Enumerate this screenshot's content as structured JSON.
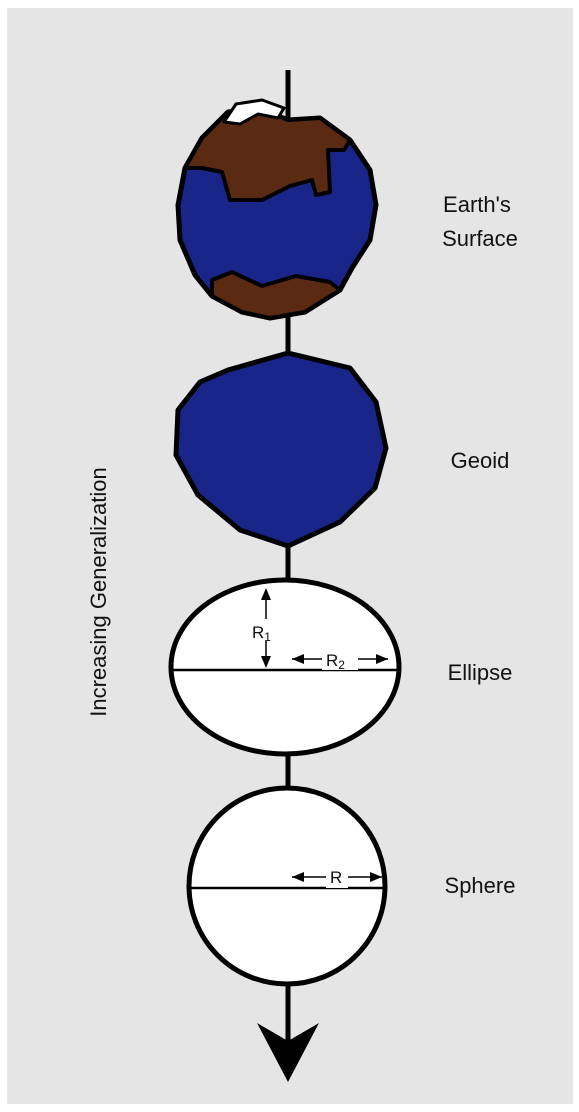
{
  "axis_label": "Increasing Generalization",
  "colors": {
    "background": "#e5e5e5",
    "ocean": "#1a2589",
    "land": "#5a2a12",
    "ice": "#ffffff",
    "outline": "#000000"
  },
  "stages": [
    {
      "label_lines": [
        "Earth's",
        "Surface"
      ],
      "icon": "earth-surface-icon"
    },
    {
      "label_lines": [
        "Geoid"
      ],
      "icon": "geoid-icon"
    },
    {
      "label_lines": [
        "Ellipse"
      ],
      "icon": "ellipse-icon"
    },
    {
      "label_lines": [
        "Sphere"
      ],
      "icon": "sphere-icon"
    }
  ],
  "ellipse": {
    "r1_label": "R",
    "r1_subscript": "1",
    "r2_label": "R",
    "r2_subscript": "2"
  },
  "sphere": {
    "r_label": "R"
  }
}
